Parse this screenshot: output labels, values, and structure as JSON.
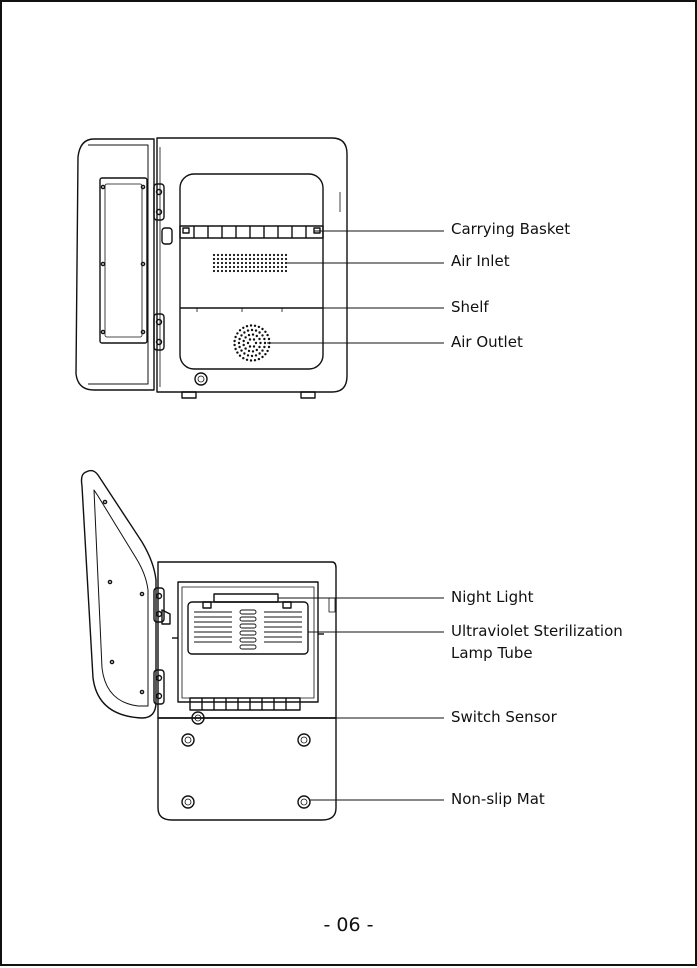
{
  "labels": {
    "carrying_basket": "Carrying Basket",
    "air_inlet": "Air Inlet",
    "shelf": "Shelf",
    "air_outlet": "Air Outlet",
    "night_light": "Night Light",
    "uv_lamp_line1": "Ultraviolet Sterilization",
    "uv_lamp_line2": "Lamp Tube",
    "switch_sensor": "Switch Sensor",
    "non_slip_mat": "Non-slip Mat"
  },
  "page_number": "- 06 -",
  "colors": {
    "ink": "#111111",
    "paper": "#ffffff"
  }
}
